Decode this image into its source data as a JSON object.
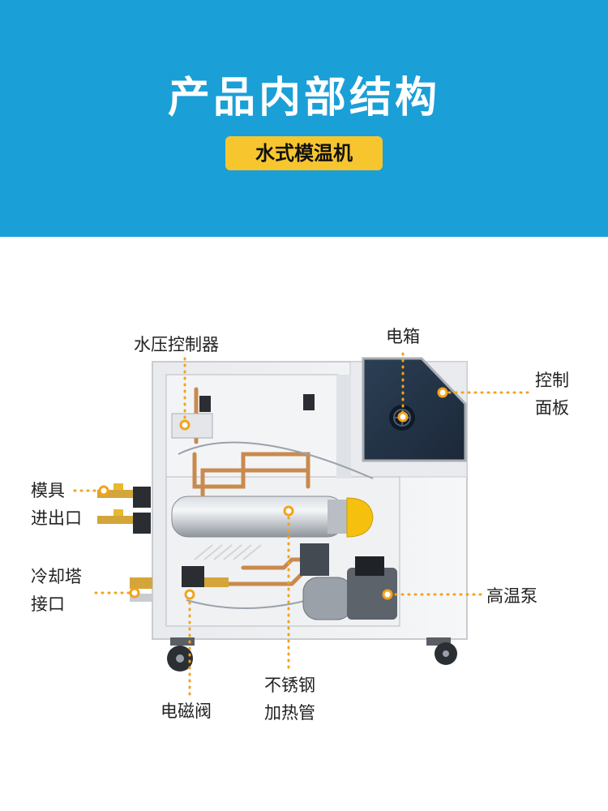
{
  "header": {
    "title": "产品内部结构",
    "badge": "水式模温机"
  },
  "labels": {
    "water_pressure_controller": "水压控制器",
    "electric_box": "电箱",
    "control_panel_line1": "控制",
    "control_panel_line2": "面板",
    "mold_inlet_outlet_line1": "模具",
    "mold_inlet_outlet_line2": "进出口",
    "cooling_tower_line1": "冷却塔",
    "cooling_tower_line2": "接口",
    "high_temp_pump": "高温泵",
    "stainless_heater_line1": "不锈钢",
    "stainless_heater_line2": "加热管",
    "solenoid_valve": "电磁阀"
  },
  "colors": {
    "header_bg": "#1b9fd7",
    "badge_bg": "#f7c62f",
    "callout": "#f2a31d"
  }
}
